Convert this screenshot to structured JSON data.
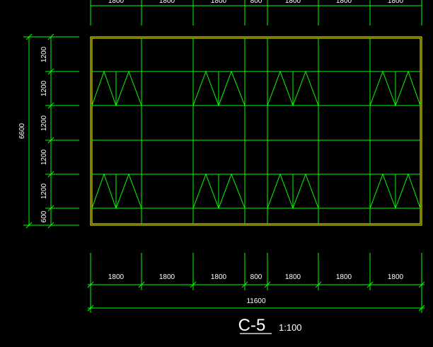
{
  "drawing": {
    "title": "C-5",
    "scale": "1:100",
    "total_width_label": "11600",
    "total_height_label": "6600",
    "column_labels": [
      "1800",
      "1800",
      "1800",
      "800",
      "1800",
      "1800",
      "1800"
    ],
    "row_labels": [
      "1200",
      "1200",
      "1200",
      "1200",
      "1200",
      "600"
    ],
    "colors": {
      "background": "#000000",
      "line": "#00ff00",
      "outline": "#ffff00",
      "text": "#ffffff"
    }
  }
}
